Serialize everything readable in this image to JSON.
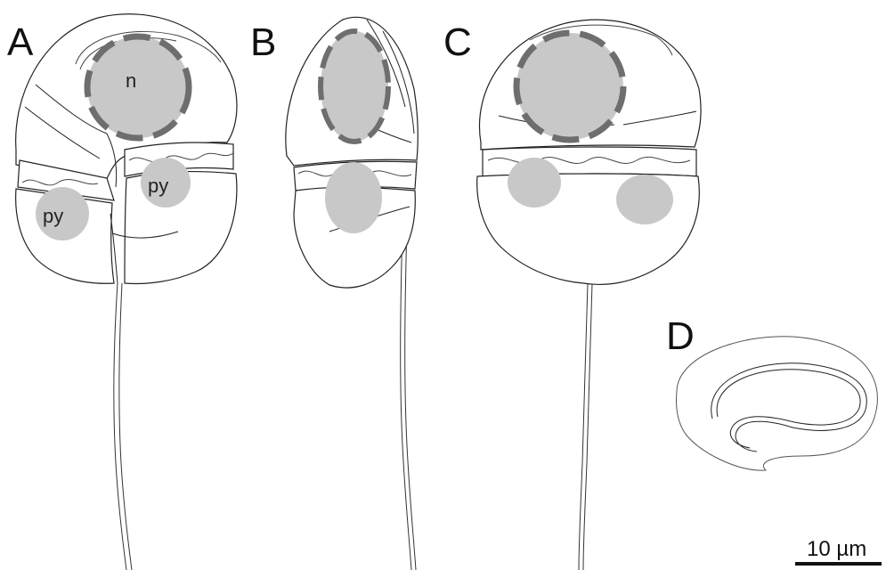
{
  "panels": {
    "a": {
      "letter": "A",
      "nucleus_label": "n",
      "pyrenoid_label_left": "py",
      "pyrenoid_label_right": "py"
    },
    "b": {
      "letter": "B"
    },
    "c": {
      "letter": "C"
    },
    "d": {
      "letter": "D"
    }
  },
  "scale_bar": {
    "label": "10 µm"
  },
  "colors": {
    "outline": "#222222",
    "organelle_fill": "#c8c8c8",
    "nucleus_dash": "#6e6e6e"
  }
}
